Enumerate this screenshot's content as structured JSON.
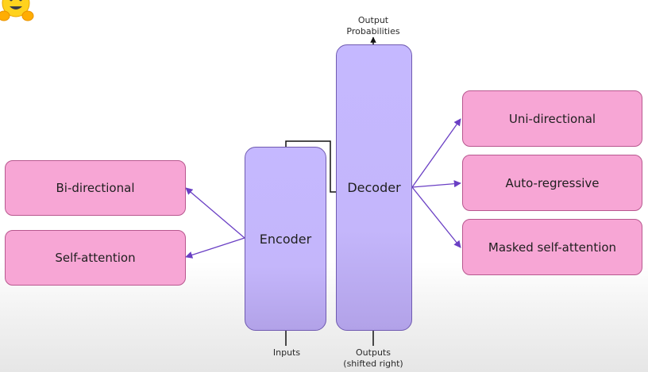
{
  "left_features": {
    "bi_directional": "Bi-directional",
    "self_attention": "Self-attention"
  },
  "right_features": {
    "uni_directional": "Uni-directional",
    "auto_regressive": "Auto-regressive",
    "masked_self_attention": "Masked self-attention"
  },
  "blocks": {
    "encoder": "Encoder",
    "decoder": "Decoder"
  },
  "io_labels": {
    "output_line1": "Output",
    "output_line2": "Probabilities",
    "inputs": "Inputs",
    "outputs_line1": "Outputs",
    "outputs_line2": "(shifted right)"
  },
  "colors": {
    "feature_box": "#f7a6d5",
    "block": "#c5b8ff",
    "arrow": "#6a3fc4"
  },
  "logo": {
    "icon": "hugging-face-emoji"
  }
}
